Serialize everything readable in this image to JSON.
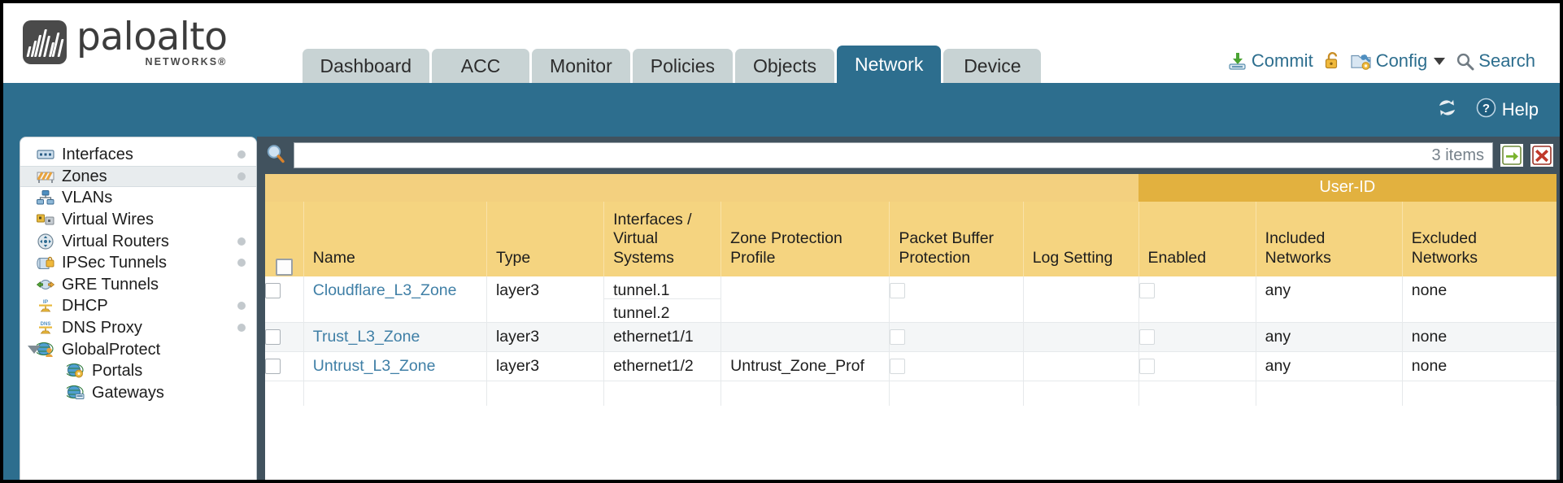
{
  "brand": {
    "name": "paloalto",
    "tagline": "NETWORKS",
    "registered": "®",
    "logo_color": "#4a4a4a"
  },
  "colors": {
    "accent_blue": "#2d6e8e",
    "tab_inactive": "#c8d3d4",
    "table_header_gold": "#f5d480",
    "group_header_gold": "#e2b13f",
    "body_slate": "#41525e",
    "link_blue": "#3f7fa6"
  },
  "header": {
    "tabs": [
      {
        "label": "Dashboard",
        "active": false
      },
      {
        "label": "ACC",
        "active": false
      },
      {
        "label": "Monitor",
        "active": false
      },
      {
        "label": "Policies",
        "active": false
      },
      {
        "label": "Objects",
        "active": false
      },
      {
        "label": "Network",
        "active": true
      },
      {
        "label": "Device",
        "active": false
      }
    ],
    "actions": [
      {
        "label": "Commit",
        "icon": "commit-icon"
      },
      {
        "label": "",
        "icon": "lock-icon"
      },
      {
        "label": "Config",
        "icon": "config-icon",
        "has_caret": true
      },
      {
        "label": "Search",
        "icon": "search-icon"
      }
    ]
  },
  "toolbar": {
    "refresh_icon": "refresh-icon",
    "help_label": "Help",
    "help_icon": "help-icon"
  },
  "sidebar": {
    "items": [
      {
        "label": "Interfaces",
        "icon": "interfaces-icon",
        "selected": false,
        "child": false,
        "twisty": false,
        "dot": true
      },
      {
        "label": "Zones",
        "icon": "zones-icon",
        "selected": true,
        "child": false,
        "twisty": false,
        "dot": true
      },
      {
        "label": "VLANs",
        "icon": "vlans-icon",
        "selected": false,
        "child": false,
        "twisty": false,
        "dot": false
      },
      {
        "label": "Virtual Wires",
        "icon": "virtual-wires-icon",
        "selected": false,
        "child": false,
        "twisty": false,
        "dot": false
      },
      {
        "label": "Virtual Routers",
        "icon": "virtual-routers-icon",
        "selected": false,
        "child": false,
        "twisty": false,
        "dot": true
      },
      {
        "label": "IPSec Tunnels",
        "icon": "ipsec-tunnels-icon",
        "selected": false,
        "child": false,
        "twisty": false,
        "dot": true
      },
      {
        "label": "GRE Tunnels",
        "icon": "gre-tunnels-icon",
        "selected": false,
        "child": false,
        "twisty": false,
        "dot": false
      },
      {
        "label": "DHCP",
        "icon": "dhcp-icon",
        "selected": false,
        "child": false,
        "twisty": false,
        "dot": true
      },
      {
        "label": "DNS Proxy",
        "icon": "dns-proxy-icon",
        "selected": false,
        "child": false,
        "twisty": false,
        "dot": true
      },
      {
        "label": "GlobalProtect",
        "icon": "globalprotect-icon",
        "selected": false,
        "child": false,
        "twisty": true,
        "dot": false
      },
      {
        "label": "Portals",
        "icon": "portals-icon",
        "selected": false,
        "child": true,
        "twisty": false,
        "dot": false
      },
      {
        "label": "Gateways",
        "icon": "gateways-icon",
        "selected": false,
        "child": true,
        "twisty": false,
        "dot": false
      }
    ]
  },
  "filter": {
    "search_icon": "search-icon",
    "value": "",
    "placeholder": "",
    "items_count": "3 items",
    "apply_icon": "apply-filter-arrow-icon",
    "clear_icon": "clear-filter-x-icon"
  },
  "table": {
    "group_header": {
      "label": "User-ID",
      "span": 3
    },
    "columns": [
      {
        "key": "checkbox",
        "label": ""
      },
      {
        "key": "name",
        "label": "Name"
      },
      {
        "key": "type",
        "label": "Type"
      },
      {
        "key": "interfaces",
        "label": "Interfaces / Virtual Systems"
      },
      {
        "key": "zone_protection",
        "label": "Zone Protection Profile"
      },
      {
        "key": "packet_buffer",
        "label": "Packet Buffer Protection"
      },
      {
        "key": "log_setting",
        "label": "Log Setting"
      },
      {
        "key": "enabled",
        "label": "Enabled"
      },
      {
        "key": "included",
        "label": "Included Networks"
      },
      {
        "key": "excluded",
        "label": "Excluded Networks"
      }
    ],
    "rows": [
      {
        "selected": false,
        "name": "Cloudflare_L3_Zone",
        "type": "layer3",
        "interfaces": [
          "tunnel.1",
          "tunnel.2"
        ],
        "zone_protection": "",
        "packet_buffer_checked": false,
        "log_setting": "",
        "enabled_checked": false,
        "included": "any",
        "excluded": "none"
      },
      {
        "selected": false,
        "name": "Trust_L3_Zone",
        "type": "layer3",
        "interfaces": [
          "ethernet1/1"
        ],
        "zone_protection": "",
        "packet_buffer_checked": false,
        "log_setting": "",
        "enabled_checked": false,
        "included": "any",
        "excluded": "none"
      },
      {
        "selected": false,
        "name": "Untrust_L3_Zone",
        "type": "layer3",
        "interfaces": [
          "ethernet1/2"
        ],
        "zone_protection": "Untrust_Zone_Prof",
        "packet_buffer_checked": false,
        "log_setting": "",
        "enabled_checked": false,
        "included": "any",
        "excluded": "none"
      }
    ]
  }
}
